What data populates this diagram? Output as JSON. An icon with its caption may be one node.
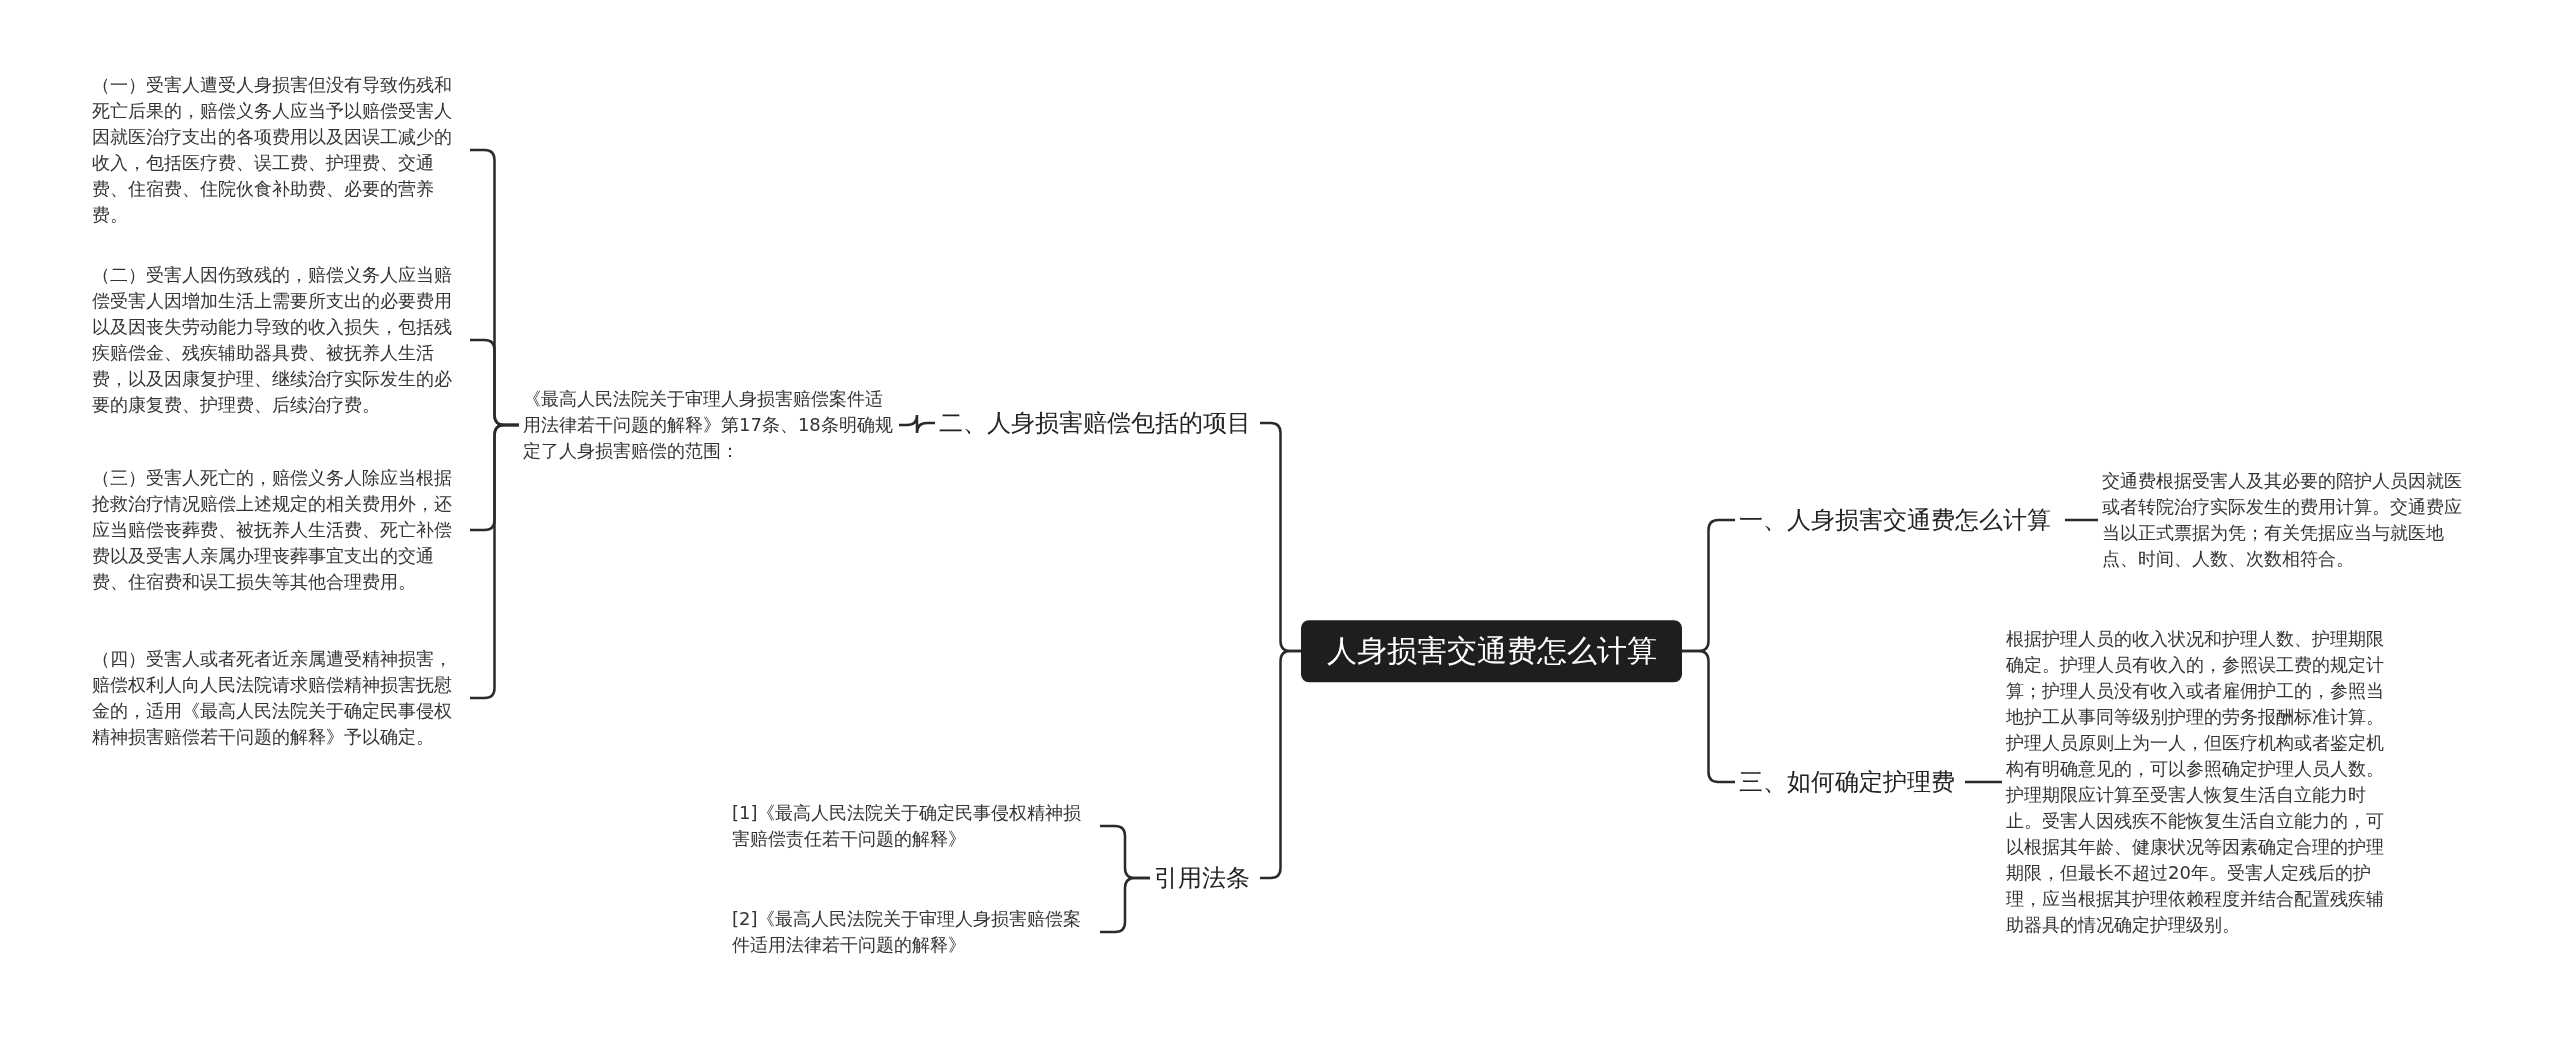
{
  "diagram": {
    "nodes": [
      {
        "text": [
          "人身损害交通费怎么计算"
        ]
      },
      {
        "text": [
          "一、人身损害交通费怎么计算"
        ]
      },
      {
        "text": [
          "交通费根据受害人及其必要的陪护人员因就医或者转院治疗实际发生的费用计算。交通费应当以正式票据为凭；有关凭据应当与就医地点、时间、人数、次数相符合。"
        ]
      },
      {
        "text": [
          "二、人身损害赔偿包括的项目"
        ]
      },
      {
        "text": [
          "《最高人民法院关于审理人身损害赔偿案件适用法律若干问题的解释》第17条、18条明确规定了人身损害赔偿的范围："
        ]
      },
      {
        "text": [
          "（一）受害人遭受人身损害但没有导致伤残和死亡后果的，赔偿义务人应当予以赔偿受害人因就医治疗支出的各项费用以及因误工减少的收入，包括医疗费、误工费、护理费、交通费、住宿费、住院伙食补助费、必要的营养费。"
        ]
      },
      {
        "text": [
          "（二）受害人因伤致残的，赔偿义务人应当赔偿受害人因增加生活上需要所支出的必要费用以及因丧失劳动能力导致的收入损失，包括残疾赔偿金、残疾辅助器具费、被抚养人生活费，以及因康复护理、继续治疗实际发生的必要的康复费、护理费、后续治疗费。"
        ]
      },
      {
        "text": [
          "（三）受害人死亡的，赔偿义务人除应当根据抢救治疗情况赔偿上述规定的相关费用外，还应当赔偿丧葬费、被抚养人生活费、死亡补偿费以及受害人亲属办理丧葬事宜支出的交通费、住宿费和误工损失等其他合理费用。"
        ]
      },
      {
        "text": [
          "（四）受害人或者死者近亲属遭受精神损害，赔偿权利人向人民法院请求赔偿精神损害抚慰金的，适用《最高人民法院关于确定民事侵权精神损害赔偿若干问题的解释》予以确定。"
        ]
      },
      {
        "text": [
          "三、如何确定护理费"
        ]
      },
      {
        "text": [
          "根据护理人员的收入状况和护理人数、护理期限确定。护理人员有收入的，参照误工费的规定计算；护理人员没有收入或者雇佣护工的，参照当地护工从事同等级别护理的劳务报酬标准计算。护理人员原则上为一人，但医疗机构或者鉴定机构有明确意见的，可以参照确定护理人员人数。护理期限应计算至受害人恢复生活自立能力时止。受害人因残疾不能恢复生活自立能力的，可以根据其年龄、健康状况等因素确定合理的护理期限，但最长不超过20年。受害人定残后的护理，应当根据其护理依赖程度并结合配置残疾辅助器具的情况确定护理级别。"
        ]
      },
      {
        "text": [
          "引用法条"
        ]
      },
      {
        "text": [
          "[1]《最高人民法院关于确定民事侵权精神损害赔偿责任若干问题的解释》"
        ]
      },
      {
        "text": [
          "[2]《最高人民法院关于审理人身损害赔偿案件适用法律若干问题的解释》"
        ]
      }
    ],
    "edges": [
      {
        "from": 0,
        "to": 1,
        "arrow": "none"
      },
      {
        "from": 1,
        "to": 2,
        "arrow": "none"
      },
      {
        "from": 0,
        "to": 3,
        "arrow": "none"
      },
      {
        "from": 3,
        "to": 4,
        "arrow": "none"
      },
      {
        "from": 4,
        "to": 5,
        "arrow": "none"
      },
      {
        "from": 4,
        "to": 6,
        "arrow": "none"
      },
      {
        "from": 4,
        "to": 7,
        "arrow": "none"
      },
      {
        "from": 4,
        "to": 8,
        "arrow": "none"
      },
      {
        "from": 0,
        "to": 9,
        "arrow": "none"
      },
      {
        "from": 9,
        "to": 10,
        "arrow": "none"
      },
      {
        "from": 0,
        "to": 11,
        "arrow": "none"
      },
      {
        "from": 11,
        "to": 12,
        "arrow": "none"
      },
      {
        "from": 11,
        "to": 13,
        "arrow": "none"
      }
    ]
  }
}
